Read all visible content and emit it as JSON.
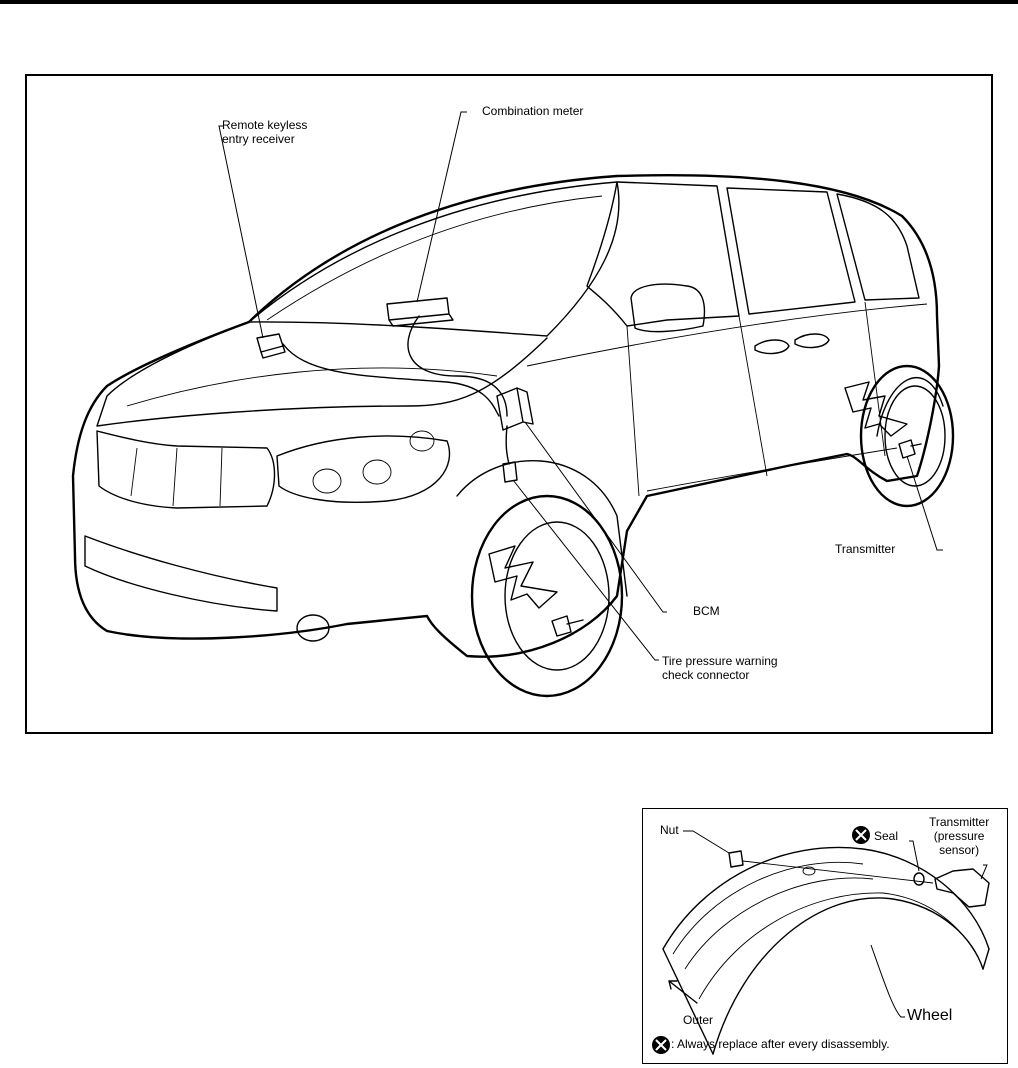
{
  "main_figure": {
    "labels": {
      "receiver": "Remote keyless\nentry receiver",
      "meter": "Combination meter",
      "transmitter": "Transmitter",
      "bcm": "BCM",
      "check_connector": "Tire pressure warning\ncheck connector"
    }
  },
  "wheel_figure": {
    "labels": {
      "nut": "Nut",
      "seal": "Seal",
      "transmitter": "Transmitter\n(pressure\nsensor)",
      "wheel": "Wheel",
      "outer": "Outer",
      "legend": ": Always replace after every disassembly."
    },
    "replace_icon": "x-in-circle-icon"
  }
}
